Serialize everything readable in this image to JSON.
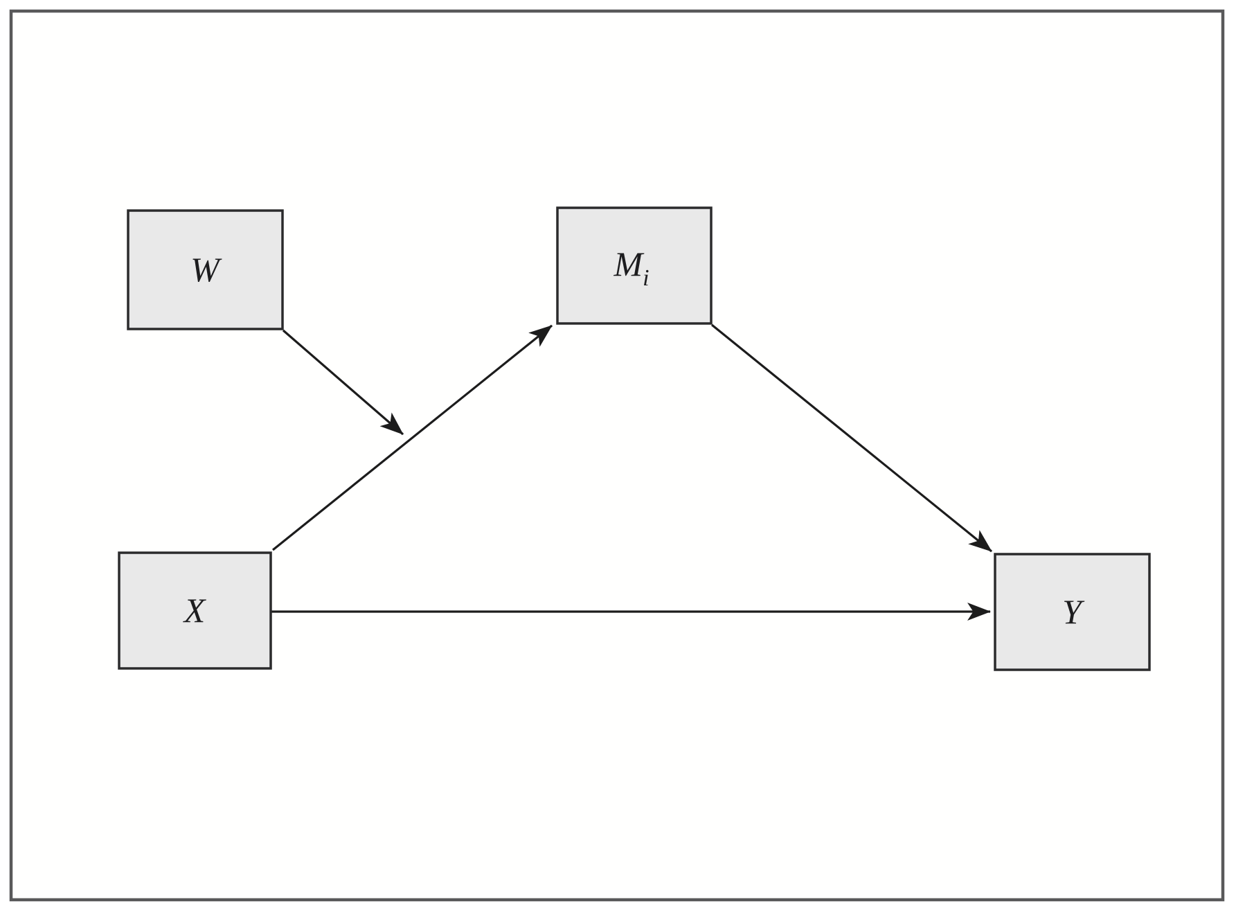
{
  "figure": {
    "description": "Conceptual path diagram: X to mediator M_i to Y, direct path X to Y, moderator W pointing at the X-to-M_i path",
    "colors": {
      "background": "#ffffff",
      "frame_border": "#59595a",
      "node_fill": "#e9e9e9",
      "node_border": "#2b2b2c",
      "arrow": "#1c1c1c"
    },
    "nodes": {
      "w": {
        "label": "W"
      },
      "m": {
        "label_main": "M",
        "label_sub": "i"
      },
      "x": {
        "label": "X"
      },
      "y": {
        "label": "Y"
      }
    },
    "edges": [
      {
        "from": "W",
        "to": "path X-M",
        "style": "straight-arrow"
      },
      {
        "from": "X",
        "to": "M",
        "style": "straight-arrow"
      },
      {
        "from": "M",
        "to": "Y",
        "style": "straight-arrow"
      },
      {
        "from": "X",
        "to": "Y",
        "style": "straight-arrow"
      }
    ]
  }
}
